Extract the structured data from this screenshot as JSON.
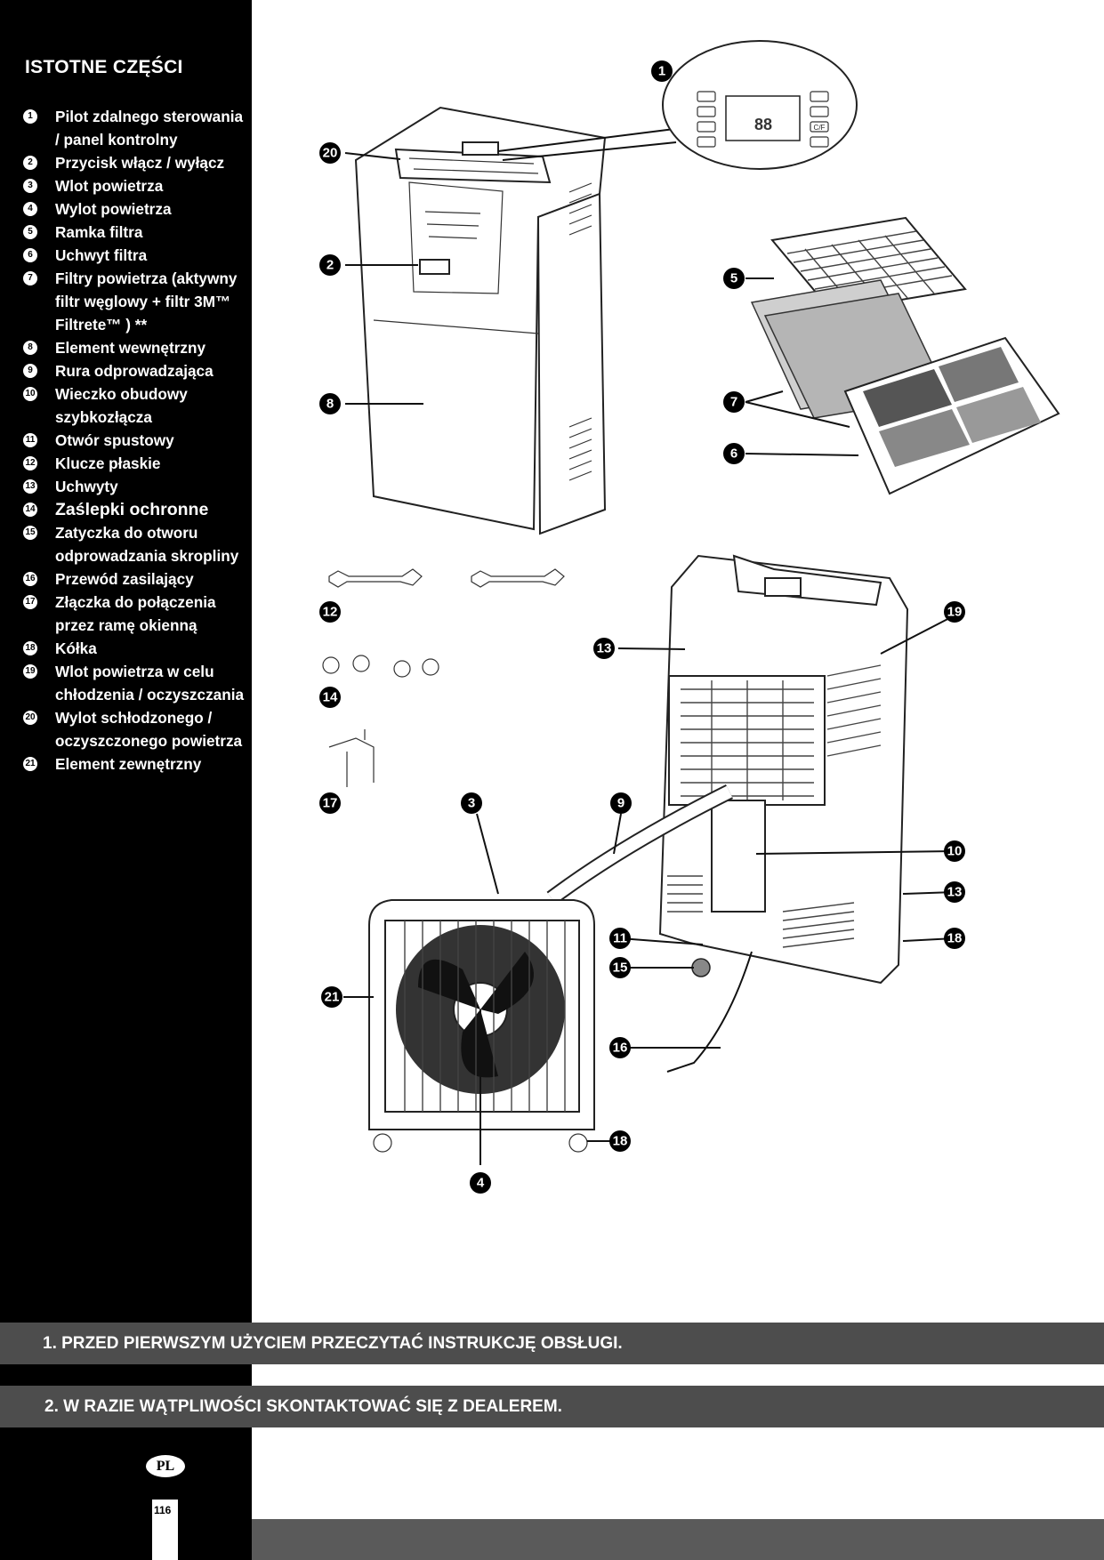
{
  "sidebar": {
    "title": "ISTOTNE CZĘŚCI",
    "items": [
      {
        "num": "1",
        "text": "Pilot zdalnego sterowania / panel kontrolny"
      },
      {
        "num": "2",
        "text": "Przycisk włącz / wyłącz"
      },
      {
        "num": "3",
        "text": "Wlot powietrza"
      },
      {
        "num": "4",
        "text": "Wylot powietrza"
      },
      {
        "num": "5",
        "text": "Ramka filtra"
      },
      {
        "num": "6",
        "text": "Uchwyt filtra"
      },
      {
        "num": "7",
        "text": "Filtry powietrza (aktywny filtr węglowy + filtr 3M™ Filtrete™ ) **"
      },
      {
        "num": "8",
        "text": "Element wewnętrzny"
      },
      {
        "num": "9",
        "text": "Rura odprowadzająca"
      },
      {
        "num": "10",
        "text": "Wieczko obudowy szybkozłącza"
      },
      {
        "num": "11",
        "text": "Otwór spustowy"
      },
      {
        "num": "12",
        "text": "Klucze płaskie"
      },
      {
        "num": "13",
        "text": "Uchwyty"
      },
      {
        "num": "14",
        "text": "Zaślepki ochronne"
      },
      {
        "num": "15",
        "text": "Zatyczka do otworu odprowadzania skropliny"
      },
      {
        "num": "16",
        "text": "Przewód zasilający"
      },
      {
        "num": "17",
        "text": "Złączka do połączenia przez ramę okienną"
      },
      {
        "num": "18",
        "text": "Kółka"
      },
      {
        "num": "19",
        "text": "Wlot powietrza w celu chłodzenia / oczyszczania"
      },
      {
        "num": "20",
        "text": "Wylot schłodzonego / oczyszczonego powietrza"
      },
      {
        "num": "21",
        "text": "Element zewnętrzny"
      }
    ]
  },
  "diagram": {
    "display_text": "88",
    "button_cf": "C/F"
  },
  "banners": [
    "1.  PRZED PIERWSZYM UŻYCIEM PRZECZYTAĆ INSTRUKCJĘ OBSŁUGI.",
    "2. W RAZIE WĄTPLIWOŚCI SKONTAKTOWAĆ SIĘ Z DEALEREM."
  ],
  "footer": {
    "lang": "PL",
    "page_number": "116"
  }
}
